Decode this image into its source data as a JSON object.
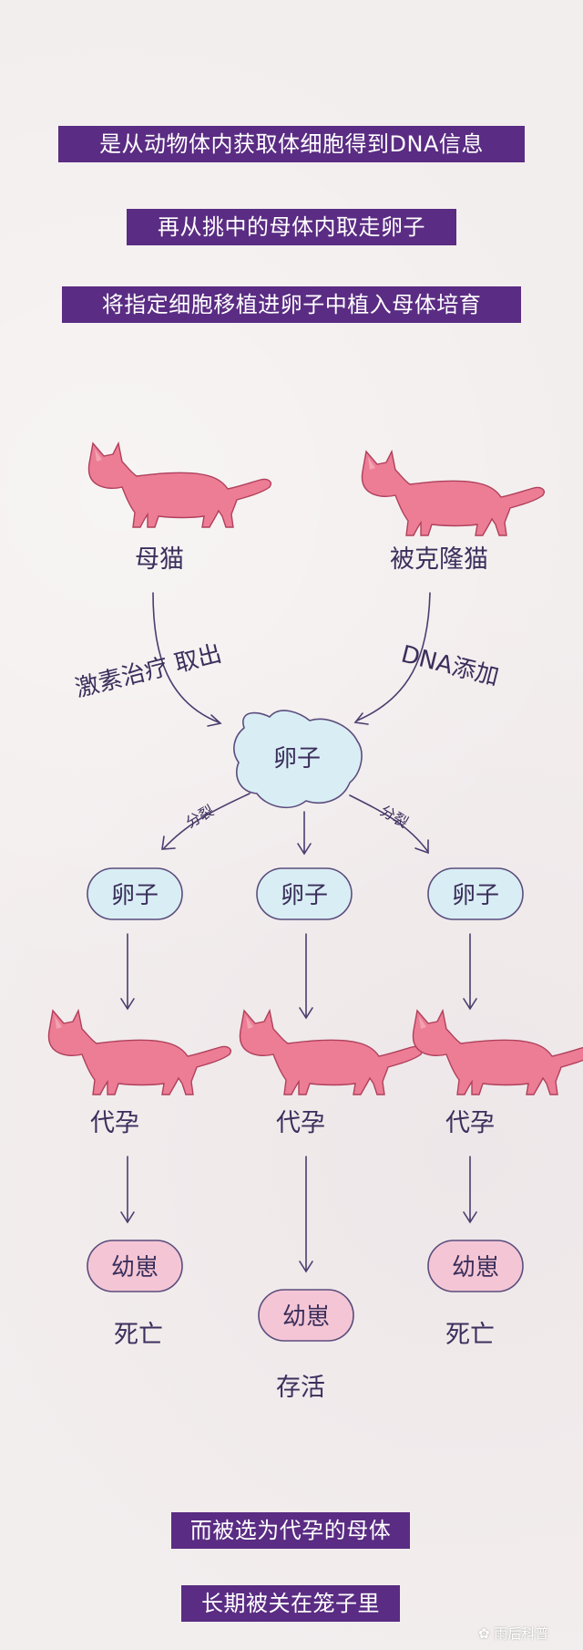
{
  "banners": [
    "是从动物体内获取体细胞得到DNA信息",
    "再从挑中的母体内取走卵子",
    "将指定细胞移植进卵子中植入母体培育",
    "而被选为代孕的母体",
    "长期被关在笼子里"
  ],
  "diagram": {
    "left_cat_label": "母猫",
    "right_cat_label": "被克隆猫",
    "left_arrow_label": "激素治疗 取出",
    "right_arrow_label": "DNA添加",
    "center_egg_label": "卵子",
    "split_label_left": "分裂",
    "split_label_right": "分裂",
    "eggs": [
      "卵子",
      "卵子",
      "卵子"
    ],
    "surrogate_labels": [
      "代孕",
      "代孕",
      "代孕"
    ],
    "babies": [
      "幼崽",
      "幼崽",
      "幼崽"
    ],
    "outcomes": [
      "死亡",
      "存活",
      "死亡"
    ]
  },
  "watermark": "雨后科普",
  "colors": {
    "banner_bg": "#5a2c83",
    "cat_fill": "#ec7d94",
    "egg_fill": "#d9eef4",
    "baby_fill": "#f4c6d5",
    "text": "#3b2f5c"
  },
  "icons": {
    "cat": "cat-silhouette-icon",
    "watermark": "brand-logo-icon"
  }
}
